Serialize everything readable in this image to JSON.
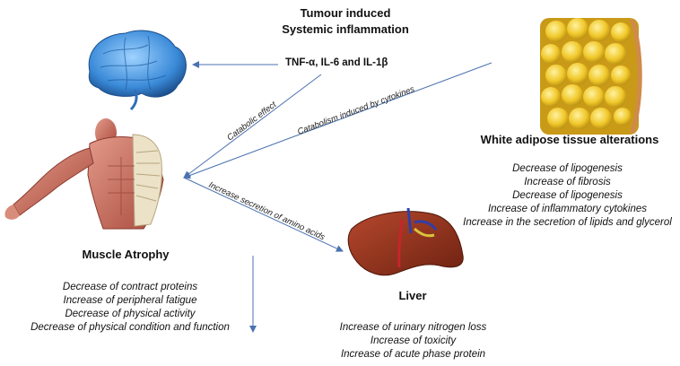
{
  "title": {
    "line1": "Tumour induced",
    "line2": "Systemic inflammation"
  },
  "cytokines_label": "TNF-α, IL-6 and IL-1β",
  "arrow_labels": {
    "catabolic": "Catabolic effect",
    "catabolism_cytokines": "Catabolism induced by cytokines",
    "amino_acids": "Increase secretion of amino acids"
  },
  "white_adipose": {
    "heading": "White adipose tissue alterations",
    "items": [
      "Decrease of lipogenesis",
      "Increase of fibrosis",
      "Decrease of lipogenesis",
      "Increase of inflammatory cytokines",
      "Increase in the secretion of lipids and glycerol"
    ]
  },
  "muscle": {
    "heading": "Muscle Atrophy",
    "items": [
      "Decrease of contract proteins",
      "Increase of peripheral fatigue",
      "Decrease of physical activity",
      "Decrease of physical condition and function"
    ]
  },
  "liver": {
    "heading": "Liver",
    "items": [
      "Increase of urinary nitrogen loss",
      "Increase of toxicity",
      "Increase of acute phase protein"
    ]
  },
  "colors": {
    "arrow": "#4a72b0",
    "brain": "#2f7fd0",
    "fat": "#e8c21c",
    "muscle": "#c4685a",
    "liver": "#8a2f1c"
  }
}
